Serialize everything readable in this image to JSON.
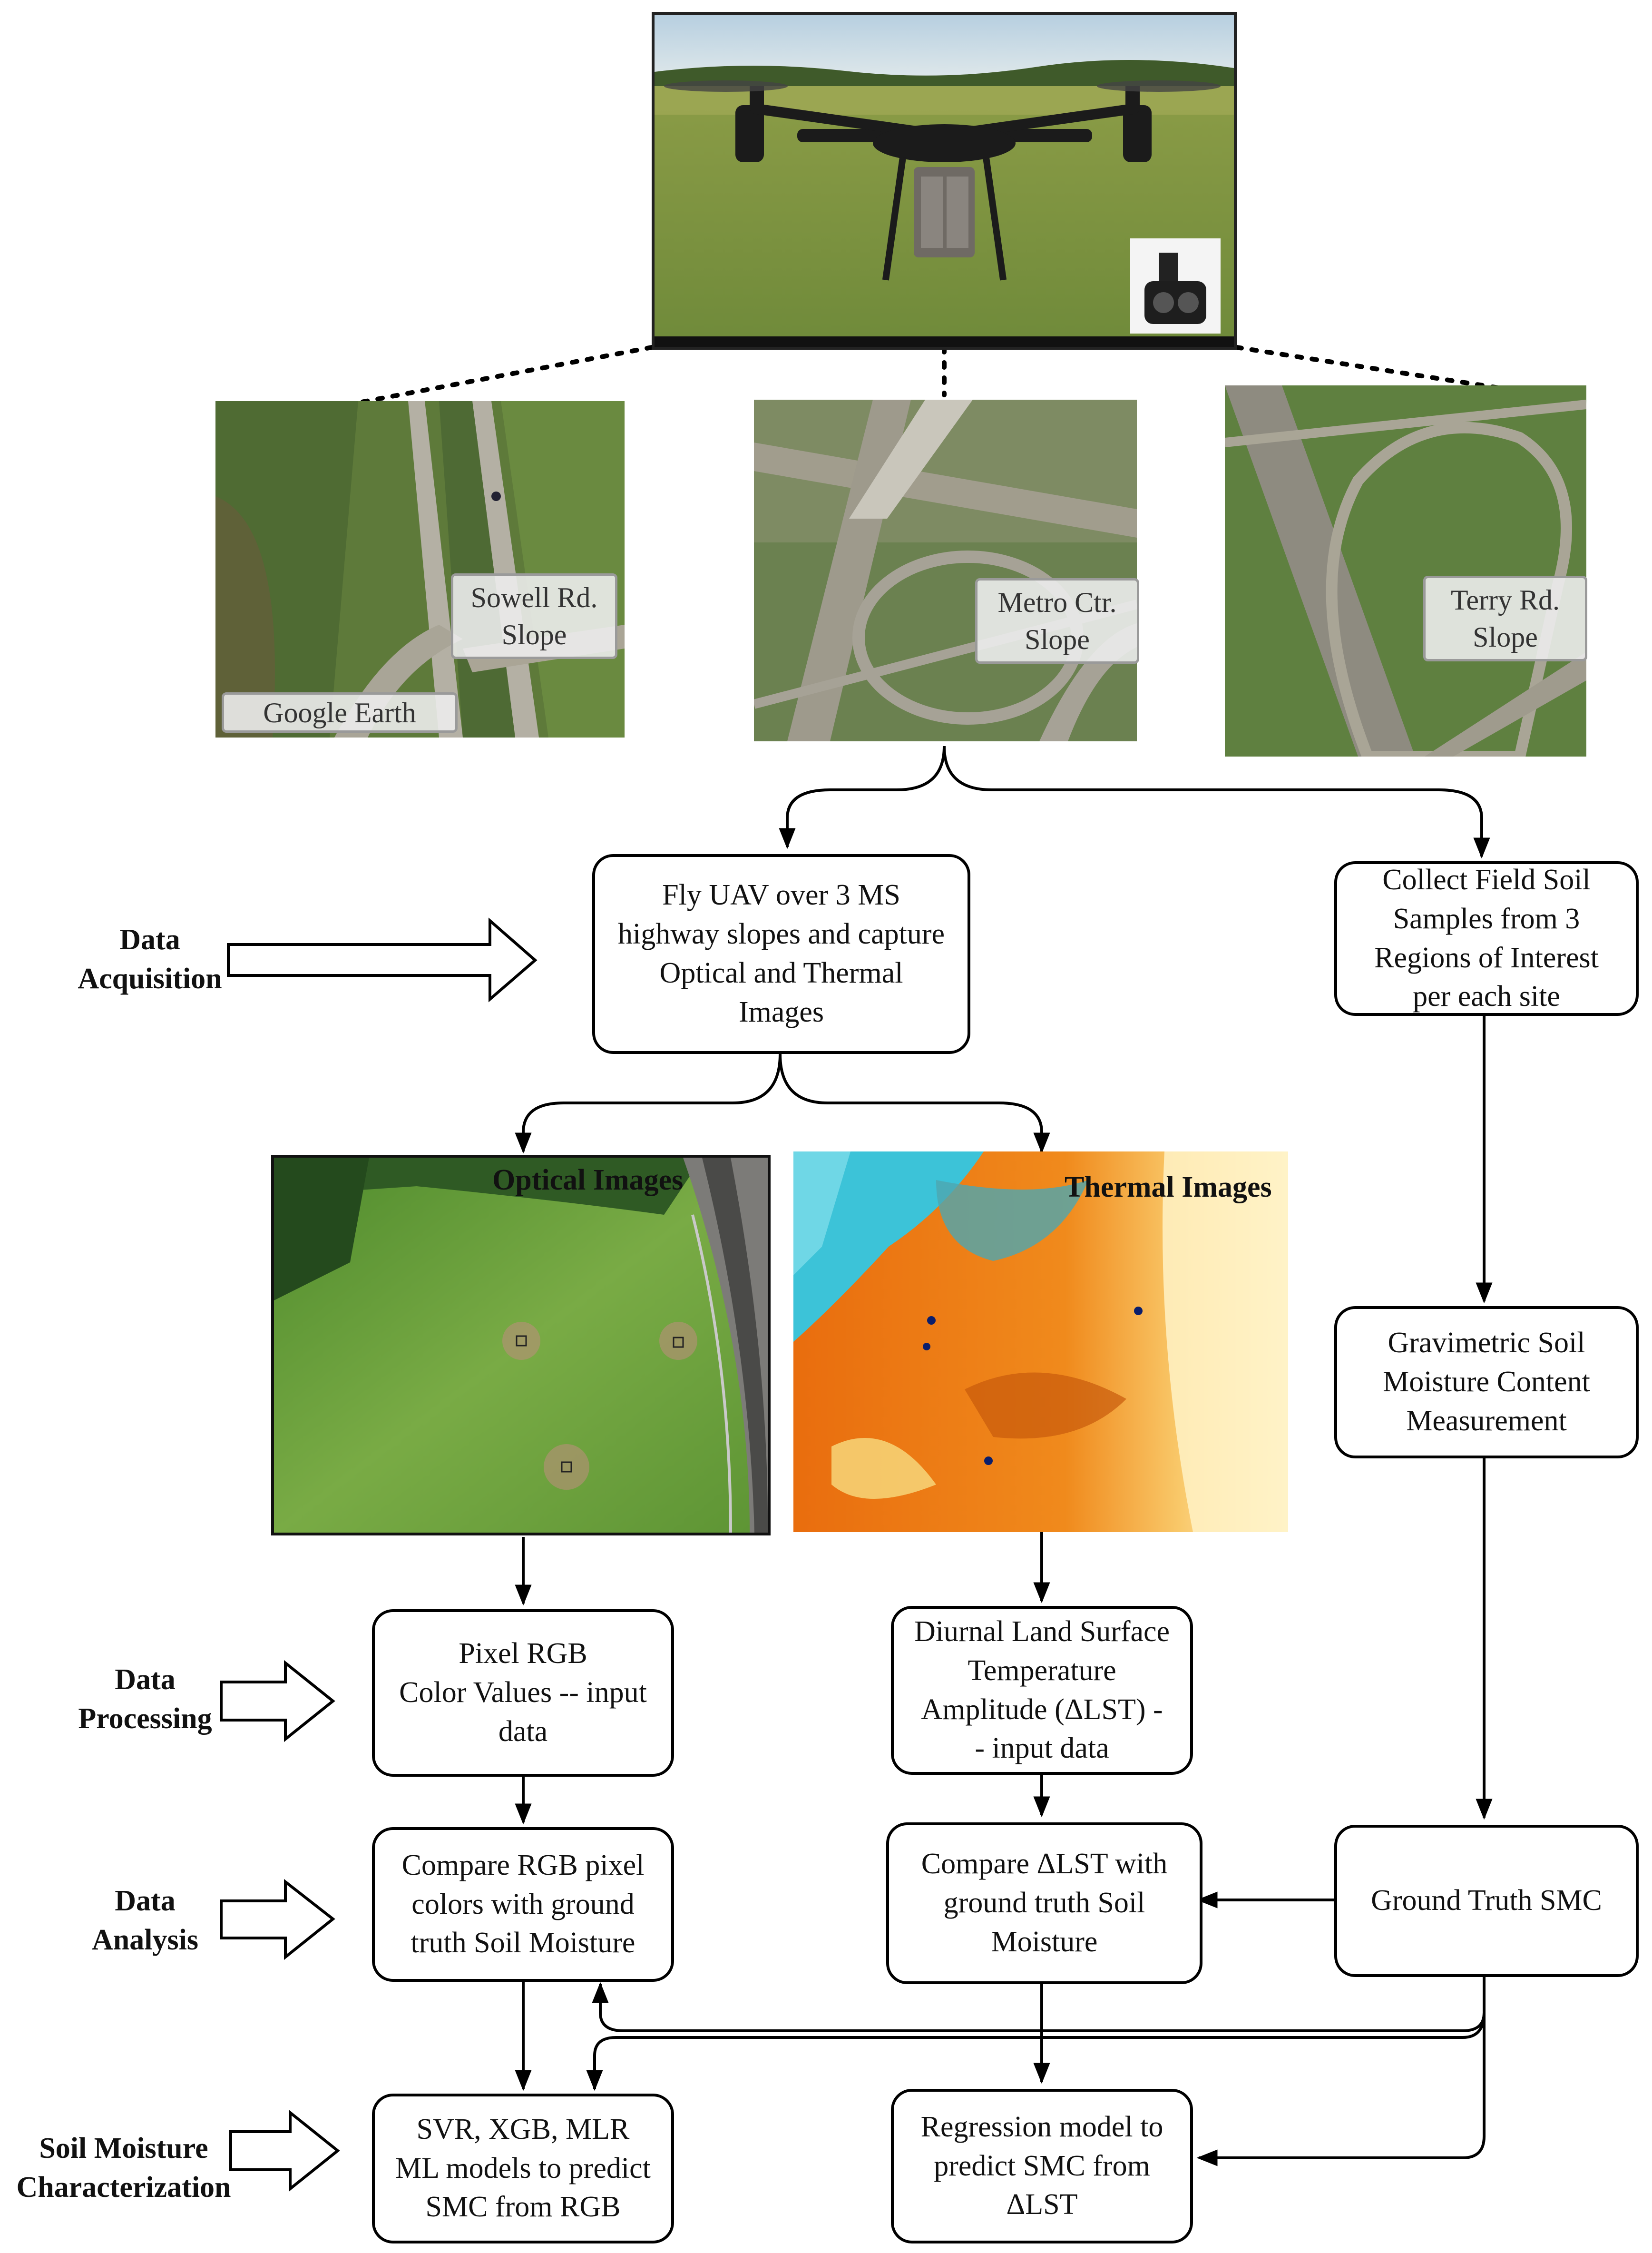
{
  "sites": [
    {
      "label": "Sowell Rd.\nSlope",
      "source": "Google Earth"
    },
    {
      "label": "Metro Ctr.\nSlope"
    },
    {
      "label": "Terry Rd.\nSlope"
    }
  ],
  "stages": {
    "acquisition": "Data\nAcquisition",
    "processing": "Data\nProcessing",
    "analysis": "Data\nAnalysis",
    "characterization": "Soil Moisture\nCharacterization"
  },
  "boxes": {
    "fly_uav": "Fly UAV over 3 MS\nhighway slopes and capture\nOptical and Thermal\nImages",
    "collect_samples": "Collect Field Soil\nSamples from 3\nRegions of Interest\nper each site",
    "gravimetric": "Gravimetric Soil\nMoisture Content\nMeasurement",
    "pixel_rgb": "Pixel RGB\nColor Values -- input\ndata",
    "diurnal_lst": "Diurnal Land Surface\nTemperature\nAmplitude (ΔLST)    -\n- input data",
    "ground_truth": "Ground Truth SMC",
    "compare_rgb": "Compare RGB pixel\ncolors with ground\ntruth Soil Moisture",
    "compare_lst": "Compare ΔLST with\nground truth Soil\nMoisture",
    "ml_models": "SVR, XGB, MLR\nML models to predict\nSMC from RGB",
    "regression": "Regression model to\npredict SMC from\nΔLST"
  },
  "images": {
    "optical_title": "Optical Images",
    "thermal_title": "Thermal Images"
  },
  "colors": {
    "line": "#000000",
    "grass": "#6a8f3c",
    "thermal_hot": "#f08a1c",
    "thermal_cold": "#3cc3d8"
  }
}
